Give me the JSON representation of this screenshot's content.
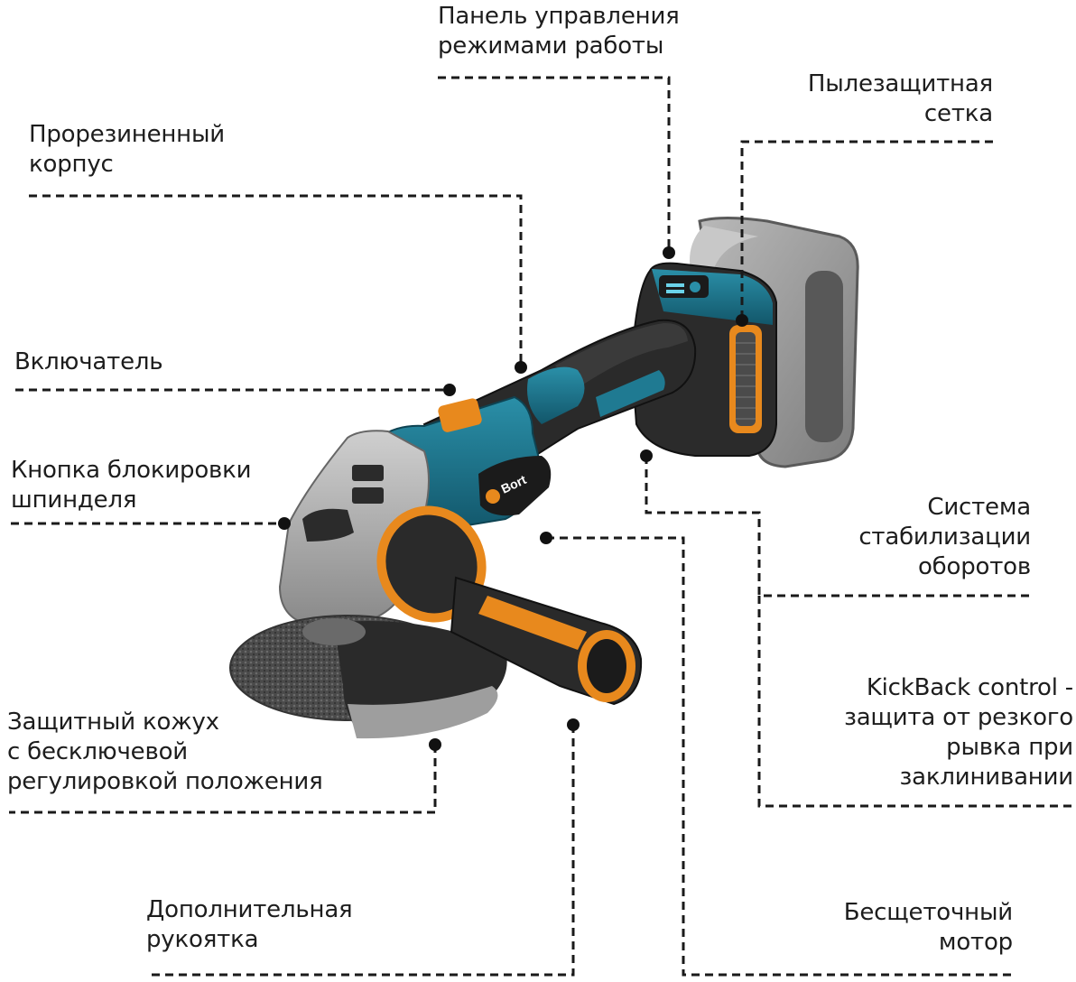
{
  "labels": {
    "control_panel": "Панель управления\nрежимами работы",
    "dust_mesh": "Пылезащитная\nсетка",
    "rubber_body": "Прорезиненный\nкорпус",
    "switch": "Включатель",
    "spindle_lock": "Кнопка блокировки\nшпинделя",
    "speed_stabilization": "Система\nстабилизации\nоборотов",
    "kickback": "KickBack control -\nзащита от резкого\nрывка при\nзаклинивании",
    "guard": "Защитный кожух\nс бесключевой\nрегулировкой положения",
    "aux_handle": "Дополнительная\nрукоятка",
    "brushless_motor": "Бесщеточный\nмотор"
  },
  "product": {
    "brand": "Bort"
  },
  "colors": {
    "teal": "#1a6f85",
    "orange": "#e8891d",
    "black": "#2a2a2a",
    "gray_battery": "#8d8d8d",
    "steel": "#a9a9a9",
    "leader_line": "#1a1a1a"
  }
}
